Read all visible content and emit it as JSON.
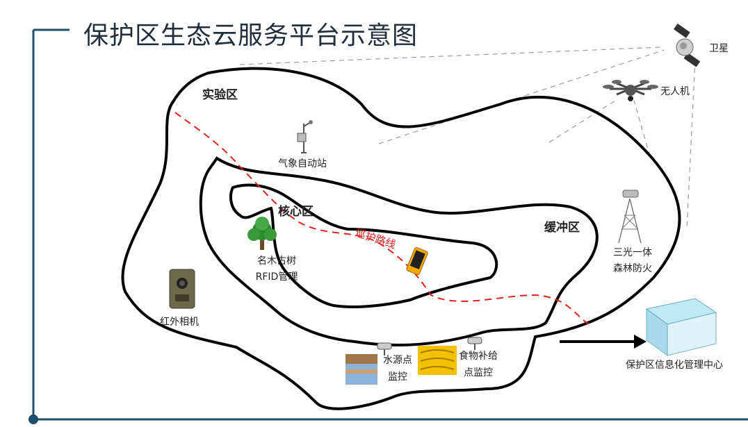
{
  "title": "保护区生态云服务平台示意图",
  "zones": {
    "experimental": "实验区",
    "core": "核心区",
    "buffer": "缓冲区"
  },
  "route_label": "巡护路线",
  "devices": {
    "satellite": "卫星",
    "drone": "无人机",
    "weather_station": "气象自动站",
    "old_tree_line1": "名木古树",
    "old_tree_line2": "RFID管理",
    "infrared_camera": "红外相机",
    "tower_line1": "三光一体",
    "tower_line2": "森林防火",
    "water_line1": "水源点",
    "water_line2": "监控",
    "food_line1": "食物补给",
    "food_line2": "点监控",
    "management_center": "保护区信息化管理中心"
  },
  "colors": {
    "frame": "#1d4f6b",
    "route": "#e02020",
    "outline": "#000000",
    "dashed_link": "#9a9a9a"
  }
}
